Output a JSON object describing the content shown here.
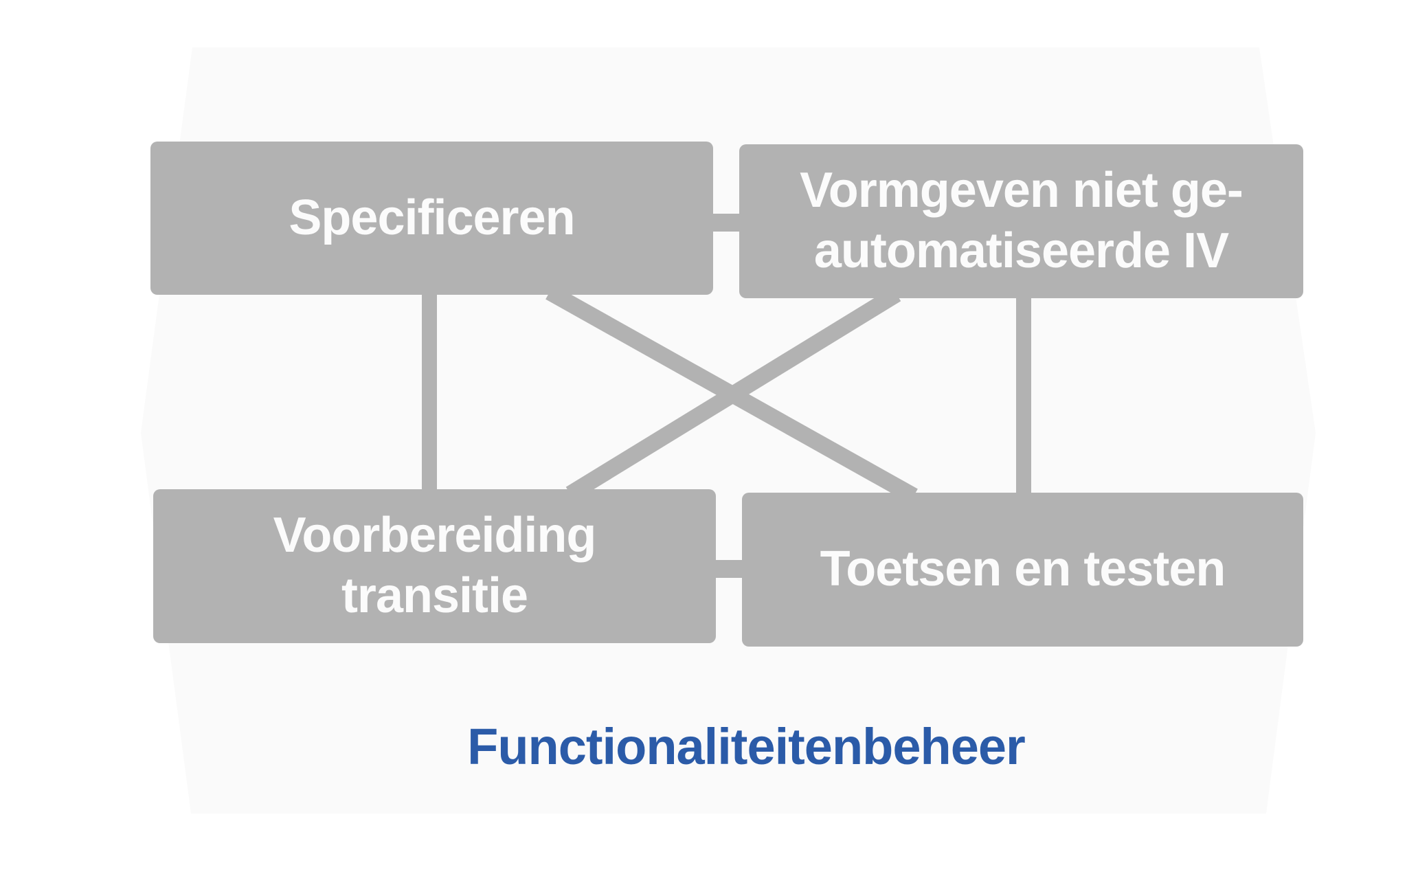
{
  "diagram": {
    "title": {
      "text": "Functionaliteitenbeheer",
      "color": "#2b5ba8"
    },
    "nodes": [
      {
        "name": "specificeren",
        "lines": [
          "Specificeren"
        ]
      },
      {
        "name": "vormgeven-niet-geautomatiseerde-iv",
        "lines": [
          "Vormgeven niet ge-",
          "automatiseerde IV"
        ]
      },
      {
        "name": "voorbereiding-transitie",
        "lines": [
          "Voorbereiding",
          "transitie"
        ]
      },
      {
        "name": "toetsen-en-testen",
        "lines": [
          "Toetsen en testen"
        ]
      }
    ],
    "connections": [
      {
        "from": "specificeren",
        "to": "vormgeven-niet-geautomatiseerde-iv",
        "type": "horizontal"
      },
      {
        "from": "voorbereiding-transitie",
        "to": "toetsen-en-testen",
        "type": "horizontal"
      },
      {
        "from": "specificeren",
        "to": "voorbereiding-transitie",
        "type": "vertical"
      },
      {
        "from": "vormgeven-niet-geautomatiseerde-iv",
        "to": "toetsen-en-testen",
        "type": "vertical"
      },
      {
        "from": "specificeren",
        "to": "toetsen-en-testen",
        "type": "diagonal"
      },
      {
        "from": "vormgeven-niet-geautomatiseerde-iv",
        "to": "voorbereiding-transitie",
        "type": "diagonal"
      }
    ],
    "colors": {
      "page_background": "#ffffff",
      "banner_background": "#fafafa",
      "node_fill": "#b2b2b2",
      "node_text": "#fbfbfb",
      "connector": "#b2b2b2",
      "title_text": "#2b5ba8"
    }
  }
}
